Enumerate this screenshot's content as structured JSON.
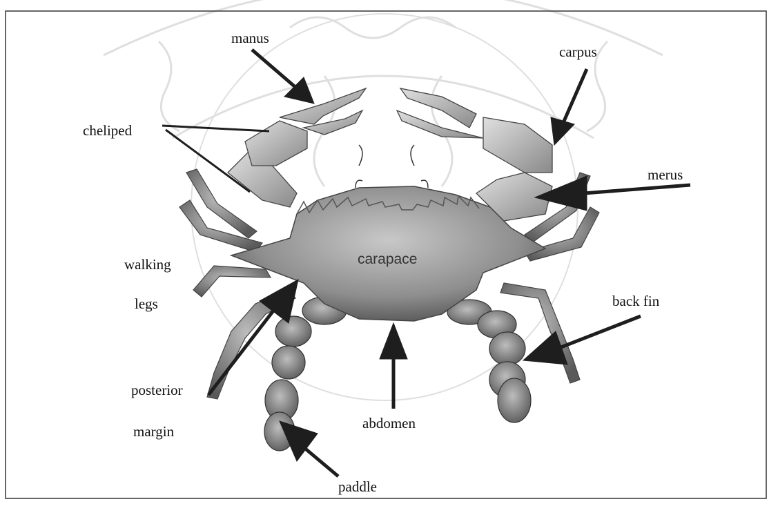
{
  "labels": {
    "manus": "manus",
    "carpus": "carpus",
    "cheliped": "cheliped",
    "merus": "merus",
    "walking": "walking",
    "legs": "legs",
    "back_fin": "back fin",
    "posterior": "posterior",
    "margin": "margin",
    "abdomen": "abdomen",
    "paddle": "paddle",
    "carapace": "carapace"
  },
  "colors": {
    "arrow": "#1e1e1e",
    "frame": "#333333",
    "shell": "#9a9a9a",
    "claw": "#b9b9b9",
    "leg": "#8c8c8c",
    "watermark": "#d6d6d6"
  }
}
